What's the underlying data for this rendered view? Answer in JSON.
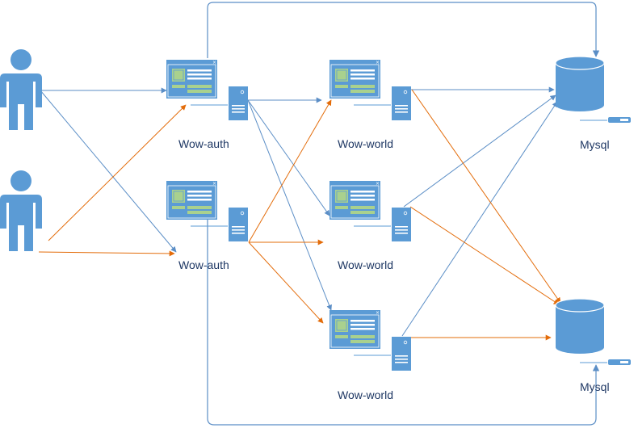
{
  "colors": {
    "blue": "#5b8ec6",
    "node": "#5b9bd5",
    "orange": "#e36c0a",
    "screen": "#a9d18e",
    "text": "#1f3864"
  },
  "icons": {
    "user": "person-icon",
    "server": "web-server-icon",
    "database": "database-icon"
  },
  "nodes": {
    "auth_top": {
      "label": "Wow-auth"
    },
    "auth_bottom": {
      "label": "Wow-auth"
    },
    "world_top": {
      "label": "Wow-world"
    },
    "world_mid": {
      "label": "Wow-world"
    },
    "world_bottom": {
      "label": "Wow-world"
    },
    "mysql_top": {
      "label": "Mysql"
    },
    "mysql_bottom": {
      "label": "Mysql"
    }
  },
  "edges": [
    {
      "from": "user_top",
      "to": "auth_top",
      "color": "blue"
    },
    {
      "from": "user_top",
      "to": "auth_bottom",
      "color": "blue"
    },
    {
      "from": "user_bottom",
      "to": "auth_top",
      "color": "orange"
    },
    {
      "from": "user_bottom",
      "to": "auth_bottom",
      "color": "orange"
    },
    {
      "from": "auth_top",
      "to": "world_top",
      "color": "blue"
    },
    {
      "from": "auth_top",
      "to": "world_mid",
      "color": "blue"
    },
    {
      "from": "auth_top",
      "to": "world_bottom",
      "color": "blue"
    },
    {
      "from": "auth_bottom",
      "to": "world_top",
      "color": "orange"
    },
    {
      "from": "auth_bottom",
      "to": "world_mid",
      "color": "orange"
    },
    {
      "from": "auth_bottom",
      "to": "world_bottom",
      "color": "orange"
    },
    {
      "from": "world_top",
      "to": "mysql_top",
      "color": "blue"
    },
    {
      "from": "world_mid",
      "to": "mysql_top",
      "color": "blue"
    },
    {
      "from": "world_bottom",
      "to": "mysql_top",
      "color": "blue"
    },
    {
      "from": "world_top",
      "to": "mysql_bottom",
      "color": "orange"
    },
    {
      "from": "world_mid",
      "to": "mysql_bottom",
      "color": "orange"
    },
    {
      "from": "world_bottom",
      "to": "mysql_bottom",
      "color": "orange"
    },
    {
      "from": "auth_top",
      "to": "mysql_top",
      "color": "blue"
    },
    {
      "from": "auth_bottom",
      "to": "mysql_bottom",
      "color": "blue"
    }
  ]
}
